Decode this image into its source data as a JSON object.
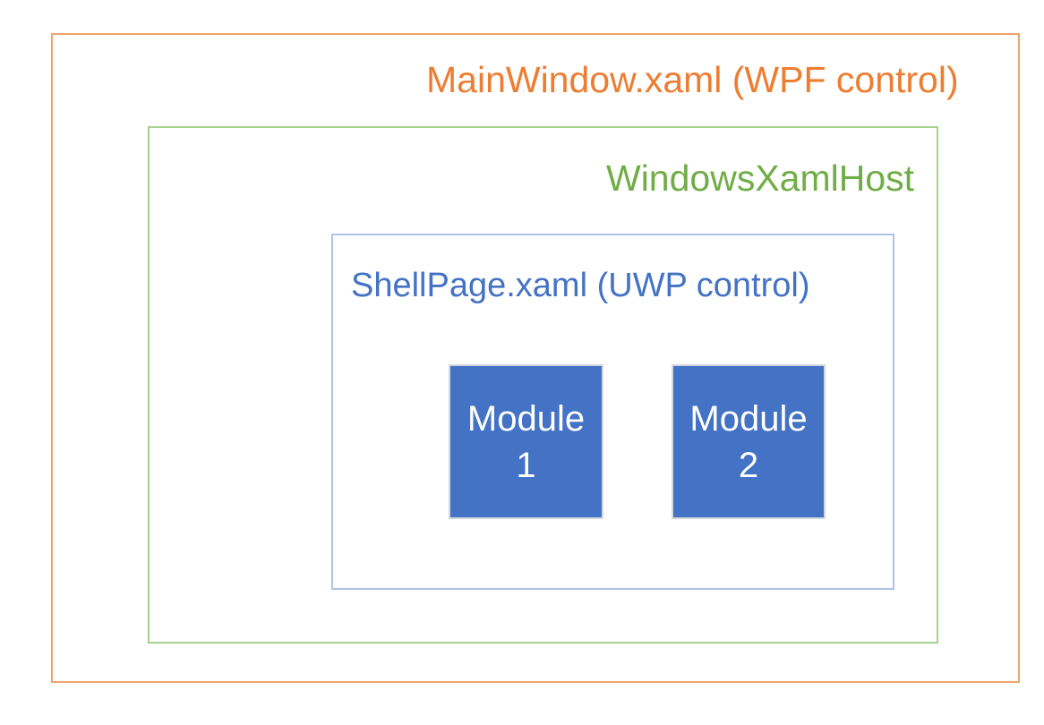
{
  "colors": {
    "main_window_text": "#ED7D31",
    "main_window_border": "#F1A368",
    "xaml_host_text": "#70AD47",
    "xaml_host_border": "#A9D18E",
    "shell_page_text": "#4472C4",
    "shell_page_border": "#AEC4E6",
    "module_fill": "#4472C4",
    "module_border": "#D3D8E0",
    "module_text": "#FFFFFF"
  },
  "diagram": {
    "main_window": {
      "label": "MainWindow.xaml (WPF control)"
    },
    "xaml_host": {
      "label": "WindowsXamlHost"
    },
    "shell_page": {
      "label": "ShellPage.xaml (UWP control)"
    },
    "modules": [
      {
        "line1": "Module",
        "line2": "1"
      },
      {
        "line1": "Module",
        "line2": "2"
      }
    ]
  }
}
